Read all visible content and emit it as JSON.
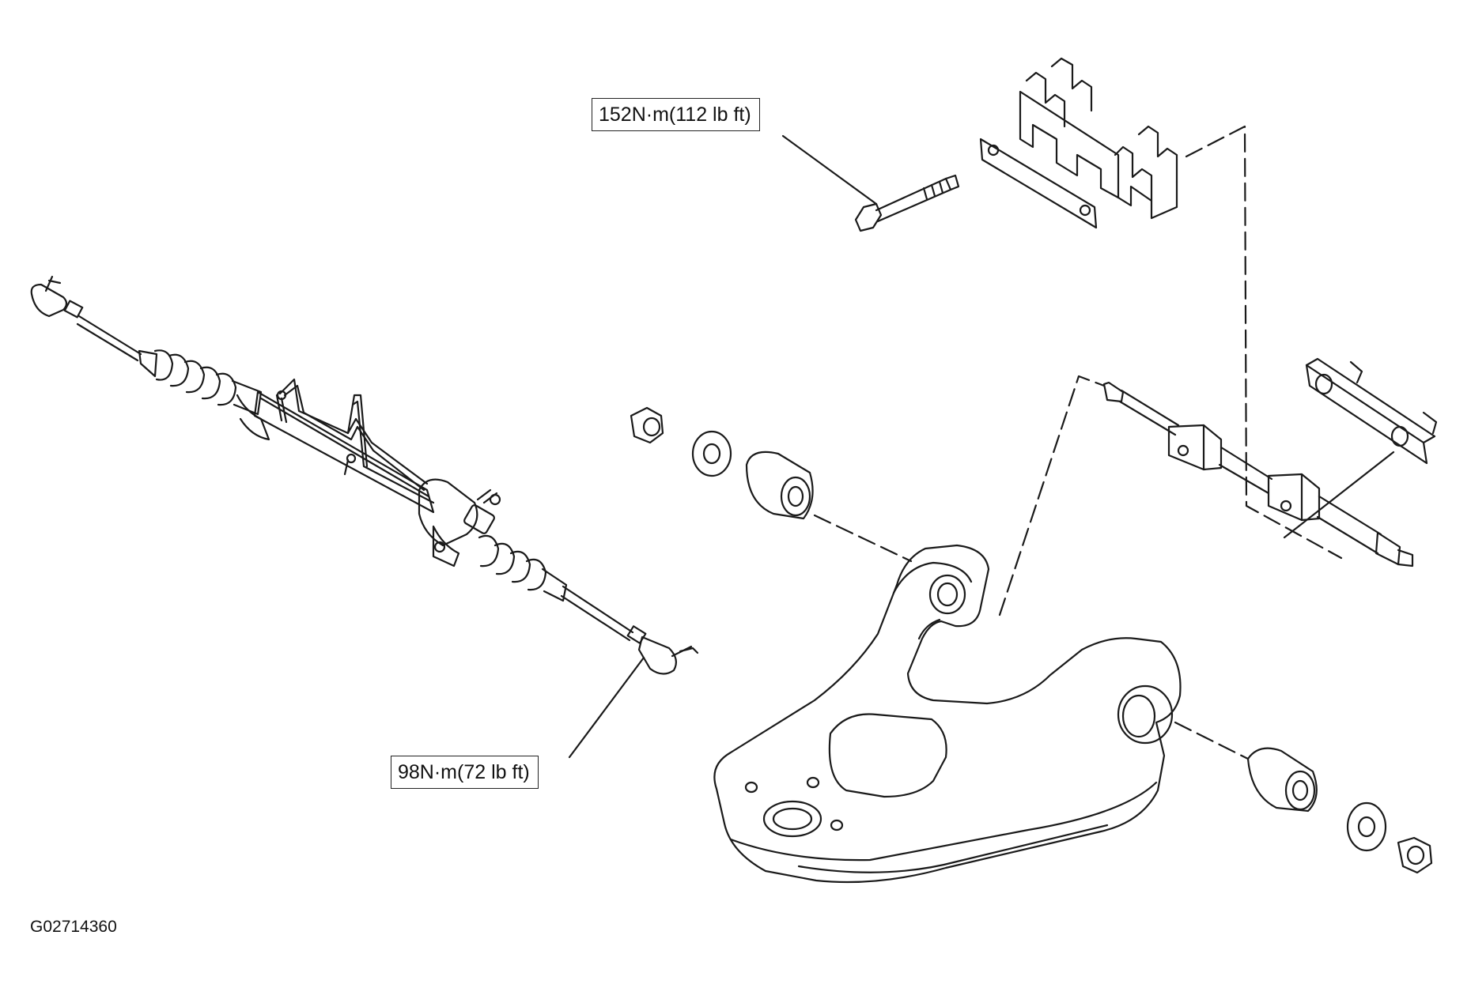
{
  "diagram": {
    "callouts": {
      "upper_bolt_torque": "152N·m(112 lb ft)",
      "tie_rod_nut_torque": "98N·m(72 lb ft)"
    },
    "figure_id": "G02714360",
    "line_color": "#1a1a1a"
  }
}
